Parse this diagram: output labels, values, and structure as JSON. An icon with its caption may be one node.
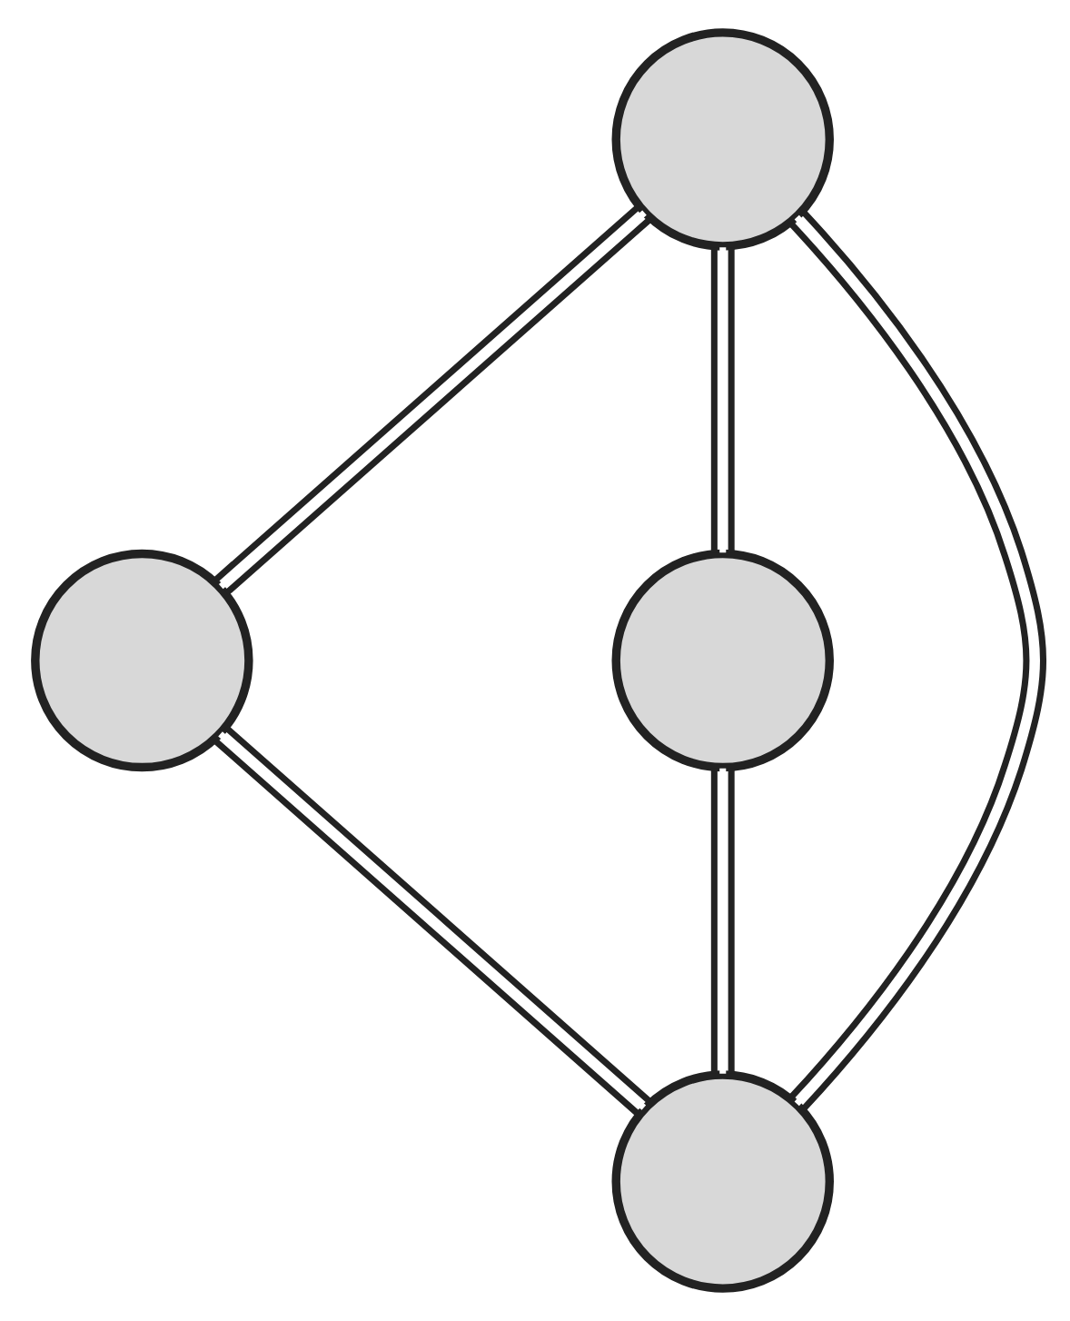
{
  "diagram": {
    "nodes": [
      {
        "text": [],
        "shape": "circle"
      },
      {
        "text": [],
        "shape": "circle"
      },
      {
        "text": [],
        "shape": "circle"
      },
      {
        "text": [],
        "shape": "circle"
      }
    ],
    "edges": [
      {
        "from": 0,
        "to": 1,
        "arrow": "none"
      },
      {
        "from": 0,
        "to": 3,
        "arrow": "none"
      },
      {
        "from": 0,
        "to": 2,
        "arrow": "none"
      },
      {
        "from": 1,
        "to": 3,
        "arrow": "none"
      },
      {
        "from": 2,
        "to": 3,
        "arrow": "none"
      }
    ]
  }
}
